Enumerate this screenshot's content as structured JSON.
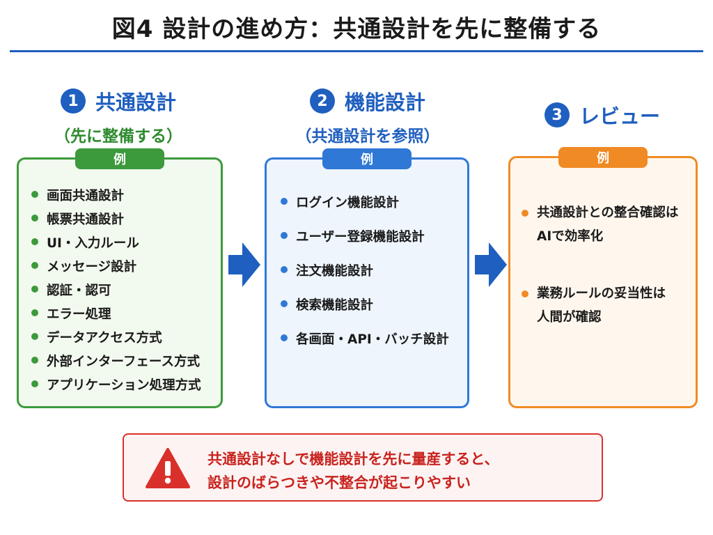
{
  "title": "図4 設計の進め方：共通設計を先に整備する",
  "steps": [
    {
      "number": "1",
      "heading": "共通設計",
      "subheading": "（先に整備する）",
      "example_label": "例",
      "items": [
        "画面共通設計",
        "帳票共通設計",
        "UI・入力ルール",
        "メッセージ設計",
        "認証・認可",
        "エラー処理",
        "データアクセス方式",
        "外部インターフェース方式",
        "アプリケーション処理方式"
      ]
    },
    {
      "number": "2",
      "heading": "機能設計",
      "subheading": "（共通設計を参照）",
      "example_label": "例",
      "items": [
        "ログイン機能設計",
        "ユーザー登録機能設計",
        "注文機能設計",
        "検索機能設計",
        "各画面・API・バッチ設計"
      ]
    },
    {
      "number": "3",
      "heading": "レビュー",
      "example_label": "例",
      "items": [
        [
          "共通設計との整合確認は",
          "AIで効率化"
        ],
        [
          "業務ルールの妥当性は",
          "人間が確認"
        ]
      ]
    }
  ],
  "warning": {
    "line1": "共通設計なしで機能設計を先に量産すると、",
    "line2": "設計のばらつきや不整合が起こりやすい"
  },
  "colors": {
    "step1": "#2e8a2e",
    "step2": "#1f5fbf",
    "step3": "#f08a24",
    "warning": "#d9302b"
  }
}
